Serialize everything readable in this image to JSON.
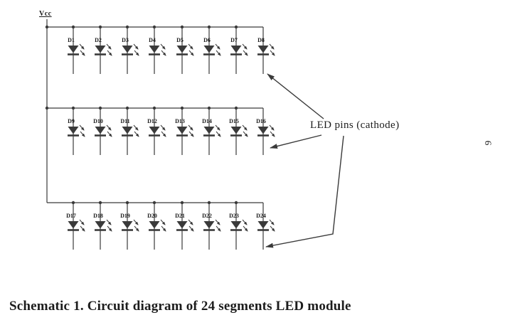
{
  "page": {
    "background": "#ffffff",
    "page_number": "9"
  },
  "schematic": {
    "power_label": "Vcc",
    "annotation_label": "LED pins (cathode)",
    "caption": "Schematic 1. Circuit diagram of 24 segments LED module",
    "ink_color": "#3a3a3a",
    "text_color": "#1c1c1c",
    "rows": [
      {
        "name": "row-1",
        "leds": [
          "D1",
          "D2",
          "D3",
          "D4",
          "D5",
          "D6",
          "D7",
          "D8"
        ]
      },
      {
        "name": "row-2",
        "leds": [
          "D9",
          "D10",
          "D11",
          "D12",
          "D13",
          "D14",
          "D15",
          "D16"
        ]
      },
      {
        "name": "row-3",
        "leds": [
          "D17",
          "D18",
          "D19",
          "D20",
          "D21",
          "D22",
          "D23",
          "D24"
        ]
      }
    ]
  }
}
